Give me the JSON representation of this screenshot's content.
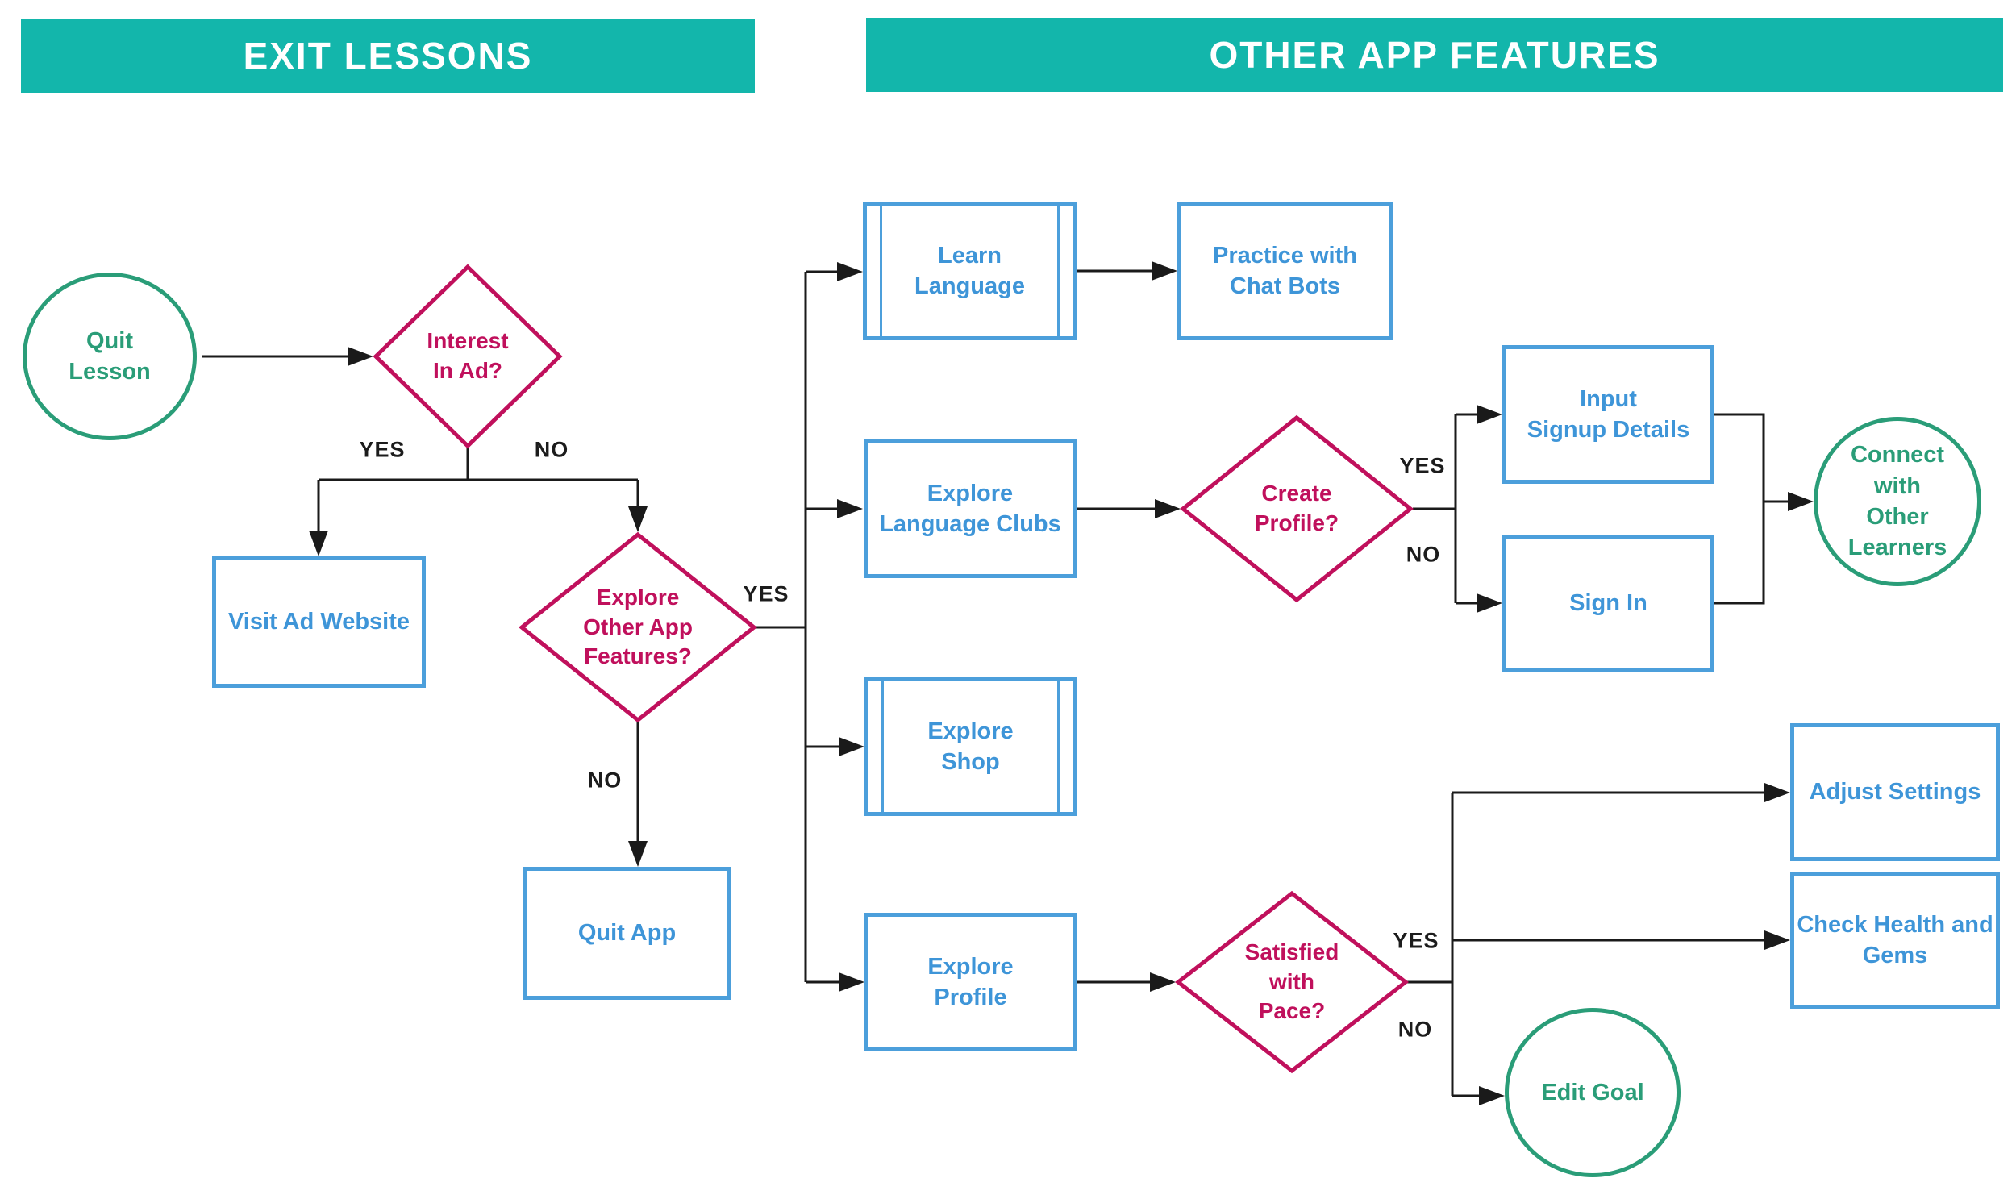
{
  "headers": {
    "left": "EXIT LESSONS",
    "right": "OTHER APP FEATURES"
  },
  "labels": {
    "yes": "YES",
    "no": "NO"
  },
  "colors": {
    "teal": "#13b6ab",
    "green": "#2a9d78",
    "crimson": "#c0105c",
    "blue_border": "#4c9fdb",
    "blue_text": "#3e95d8",
    "line": "#1a1a1a",
    "label": "#1c1c1c",
    "header_text": "#ffffff"
  },
  "nodes": {
    "quit_lesson": "Quit\nLesson",
    "interest_in_ad": "Interest\nIn Ad?",
    "visit_ad_website": "Visit Ad Website",
    "explore_other_features": "Explore\nOther App\nFeatures?",
    "quit_app": "Quit App",
    "learn_language": "Learn\nLanguage",
    "practice_with_chat_bots": "Practice with\nChat Bots",
    "explore_language_clubs": "Explore\nLanguage Clubs",
    "create_profile": "Create\nProfile?",
    "input_signup_details": "Input\nSignup Details",
    "sign_in": "Sign In",
    "connect_with_other_learners": "Connect\nwith\nOther\nLearners",
    "explore_shop": "Explore\nShop",
    "explore_profile": "Explore\nProfile",
    "satisfied_with_pace": "Satisfied\nwith\nPace?",
    "adjust_settings": "Adjust Settings",
    "check_health_and_gems": "Check Health and\nGems",
    "edit_goal": "Edit Goal"
  }
}
